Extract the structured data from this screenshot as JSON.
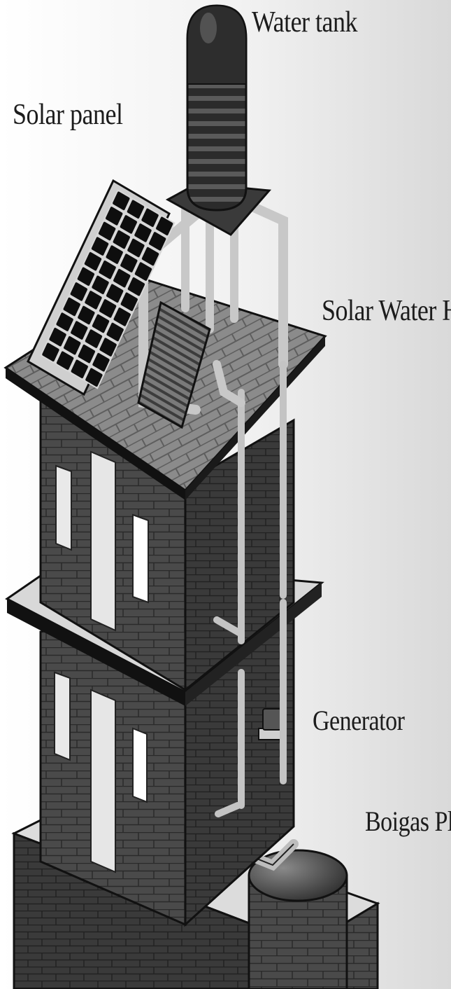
{
  "labels": {
    "water_tank": "Water tank",
    "solar_panel": "Solar panel",
    "solar_water_heater": "Solar Water Heater",
    "generator": "Generator",
    "biogas_plant": "Boigas Plant"
  }
}
